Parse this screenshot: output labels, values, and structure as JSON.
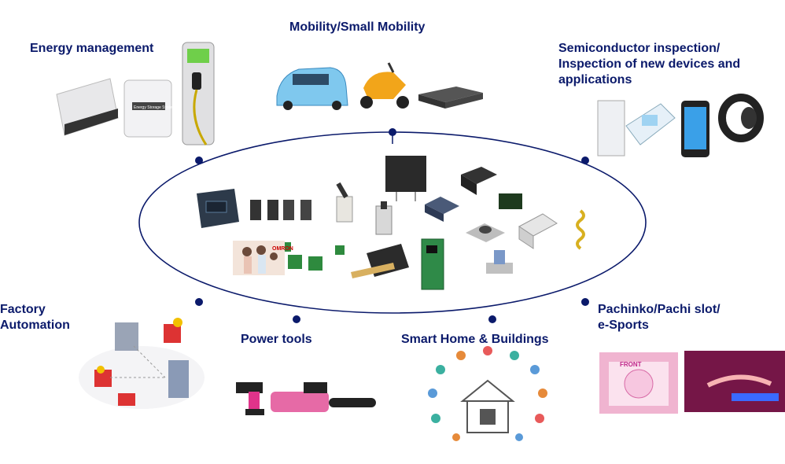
{
  "labels": {
    "energy": "Energy management",
    "mobility": "Mobility/Small Mobility",
    "semi_line1": "Semiconductor inspection/",
    "semi_line2": "Inspection of new devices and",
    "semi_line3": "applications",
    "factory_line1": "Factory",
    "factory_line2": "Automation",
    "power_tools": "Power tools",
    "smart_home": "Smart Home & Buildings",
    "pachinko_line1": "Pachinko/Pachi slot/",
    "pachinko_line2": "e-Sports"
  },
  "product_texts": {
    "storage_label": "Energy Storage System",
    "omron_logo": "OMRON",
    "pachinko_title": "FRONT"
  },
  "colors": {
    "accent": "#0b1a6b",
    "dot": "#0b1a6b",
    "ellipse": "#0b1a6b"
  }
}
